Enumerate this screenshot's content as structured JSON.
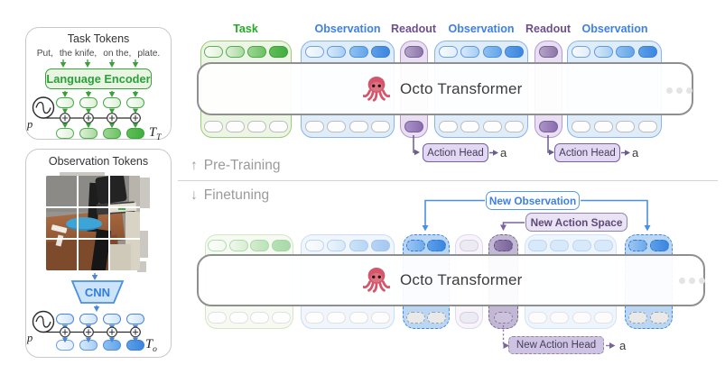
{
  "task_panel": {
    "title": "Task Tokens",
    "sentence": [
      "Put,",
      "the knife,",
      "on the,",
      "plate."
    ],
    "encoder": "Language Encoder",
    "pos": "p",
    "tokset": "T",
    "toksub": "T"
  },
  "obs_panel": {
    "title": "Observation Tokens",
    "encoder": "CNN",
    "pos": "p",
    "tokset": "T",
    "toksub": "o"
  },
  "pretrain": {
    "arrow": "↑",
    "label": "Pre-Training",
    "cols": [
      {
        "label": "Task"
      },
      {
        "label": "Observation"
      },
      {
        "label": "Readout"
      },
      {
        "label": "Observation"
      },
      {
        "label": "Readout"
      },
      {
        "label": "Observation"
      }
    ],
    "transformer": "Octo Transformer",
    "emoji": "🐙",
    "action_head": "Action Head",
    "out": "a"
  },
  "finetune": {
    "arrow": "↓",
    "label": "Finetuning",
    "transformer": "Octo Transformer",
    "emoji": "🐙",
    "new_observation": "New Observation",
    "new_action_space": "New Action Space",
    "new_action_head": "New Action Head",
    "out": "a"
  },
  "colors": {
    "task_green": "#21ad21",
    "obs_blue": "#3d7fe8",
    "readout_purple": "#6d4f8c",
    "action_purple": "#7a5fa8",
    "divider": "#d3d3d3"
  }
}
